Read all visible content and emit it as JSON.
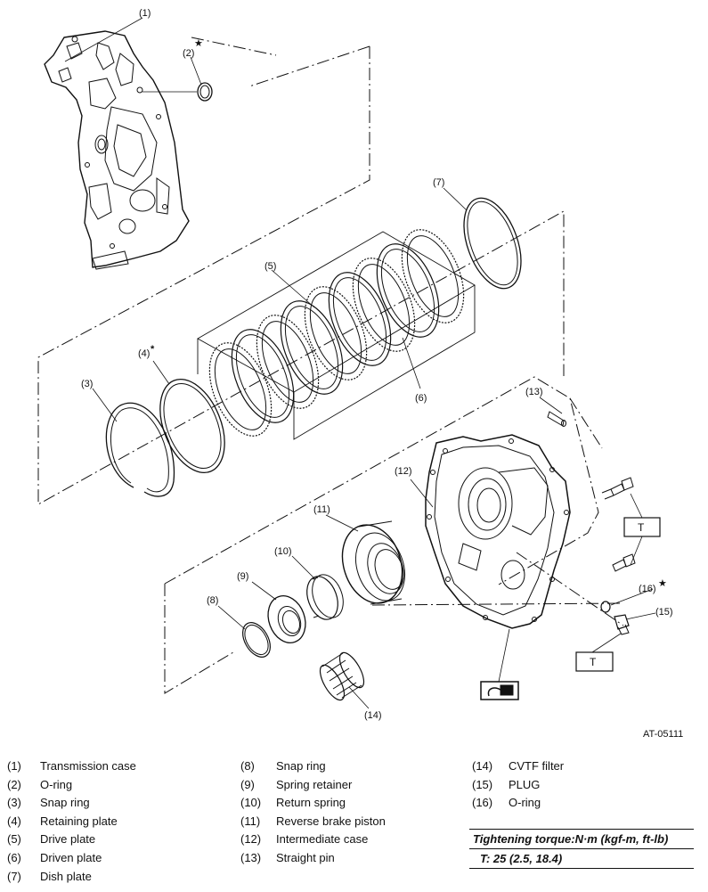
{
  "figure_id": "AT-05111",
  "callouts": {
    "c1": "(1)",
    "c2": "(2)",
    "c3": "(3)",
    "c4": "(4)",
    "c5": "(5)",
    "c6": "(6)",
    "c7": "(7)",
    "c8": "(8)",
    "c9": "(9)",
    "c10": "(10)",
    "c11": "(11)",
    "c12": "(12)",
    "c13": "(13)",
    "c14": "(14)",
    "c15": "(15)",
    "c16": "(16)"
  },
  "torque_box_letter": "T",
  "symbols": {
    "star": "★",
    "asterisk": "*"
  },
  "legend": [
    {
      "num": "(1)",
      "name": "Transmission case"
    },
    {
      "num": "(2)",
      "name": "O-ring"
    },
    {
      "num": "(3)",
      "name": "Snap ring"
    },
    {
      "num": "(4)",
      "name": "Retaining plate"
    },
    {
      "num": "(5)",
      "name": "Drive plate"
    },
    {
      "num": "(6)",
      "name": "Driven plate"
    },
    {
      "num": "(7)",
      "name": "Dish plate"
    },
    {
      "num": "(8)",
      "name": "Snap ring"
    },
    {
      "num": "(9)",
      "name": "Spring retainer"
    },
    {
      "num": "(10)",
      "name": "Return spring"
    },
    {
      "num": "(11)",
      "name": "Reverse brake piston"
    },
    {
      "num": "(12)",
      "name": "Intermediate case"
    },
    {
      "num": "(13)",
      "name": "Straight pin"
    },
    {
      "num": "(14)",
      "name": "CVTF filter"
    },
    {
      "num": "(15)",
      "name": "PLUG"
    },
    {
      "num": "(16)",
      "name": "O-ring"
    }
  ],
  "torque": {
    "title": "Tightening torque:N·m (kgf-m, ft-lb)",
    "value": "T:  25 (2.5, 18.4)"
  }
}
